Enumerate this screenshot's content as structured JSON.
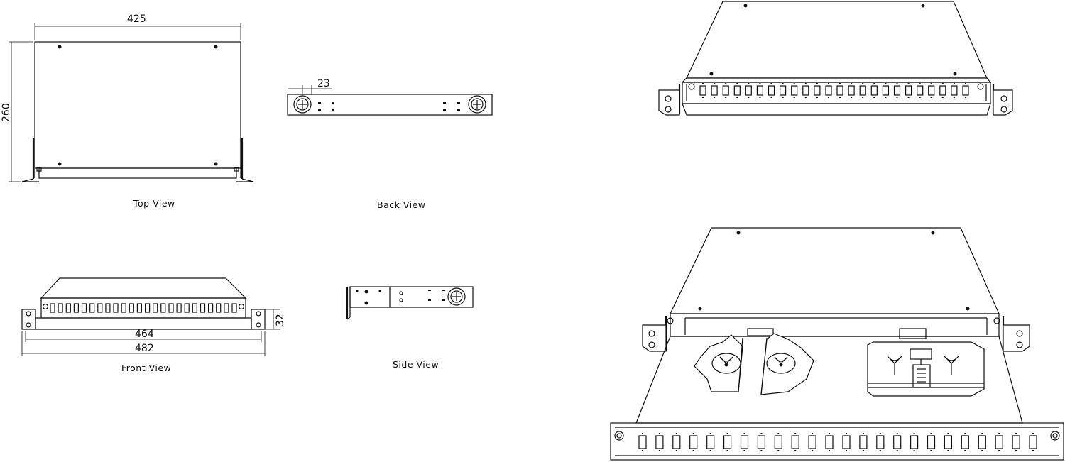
{
  "labels": {
    "top_view": "Top View",
    "back_view": "Back View",
    "front_view": "Front View",
    "side_view": "Side View"
  },
  "dimensions": {
    "top_width": "425",
    "top_depth": "260",
    "back_offset": "23",
    "front_inner_width": "464",
    "front_outer_width": "482",
    "front_height": "32"
  },
  "front_view_ports": 24,
  "iso_top_ports": 24,
  "iso_bottom_ports": 24,
  "colors": {
    "line": "#111111",
    "background": "#ffffff"
  }
}
